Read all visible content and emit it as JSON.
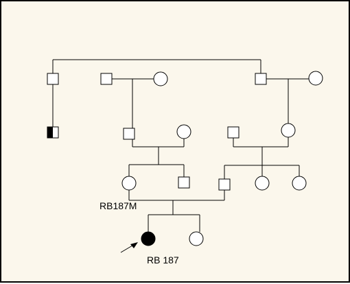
{
  "colors": {
    "background": "#fbf7ec",
    "line": "#000000",
    "affected": "#000000",
    "unaffected": "#ffffff"
  },
  "pedigree": {
    "labels": {
      "mother_id": "RB187M",
      "proband_id": "RB 187"
    },
    "legend": {
      "proband_marker": "arrow-icon"
    },
    "individuals": [
      {
        "id": "p1",
        "sex": "male",
        "status": "unaffected"
      },
      {
        "id": "p2",
        "sex": "male",
        "status": "carrier-half-filled"
      },
      {
        "id": "p3",
        "sex": "male",
        "status": "unaffected"
      },
      {
        "id": "p4",
        "sex": "female",
        "status": "unaffected"
      },
      {
        "id": "p5",
        "sex": "male",
        "status": "unaffected"
      },
      {
        "id": "p6",
        "sex": "female",
        "status": "unaffected"
      },
      {
        "id": "p7",
        "sex": "male",
        "status": "unaffected"
      },
      {
        "id": "p8",
        "sex": "female",
        "status": "unaffected"
      },
      {
        "id": "p9",
        "sex": "male",
        "status": "unaffected"
      },
      {
        "id": "p10",
        "sex": "female",
        "status": "unaffected"
      },
      {
        "id": "p11",
        "sex": "female",
        "status": "unaffected"
      },
      {
        "id": "p12",
        "sex": "male",
        "status": "unaffected"
      },
      {
        "id": "p13",
        "sex": "male",
        "status": "unaffected"
      },
      {
        "id": "p14",
        "sex": "female",
        "status": "unaffected"
      },
      {
        "id": "p15",
        "sex": "female",
        "status": "unaffected"
      },
      {
        "id": "p16",
        "sex": "female",
        "status": "affected-proband"
      },
      {
        "id": "p17",
        "sex": "female",
        "status": "unaffected"
      }
    ]
  }
}
